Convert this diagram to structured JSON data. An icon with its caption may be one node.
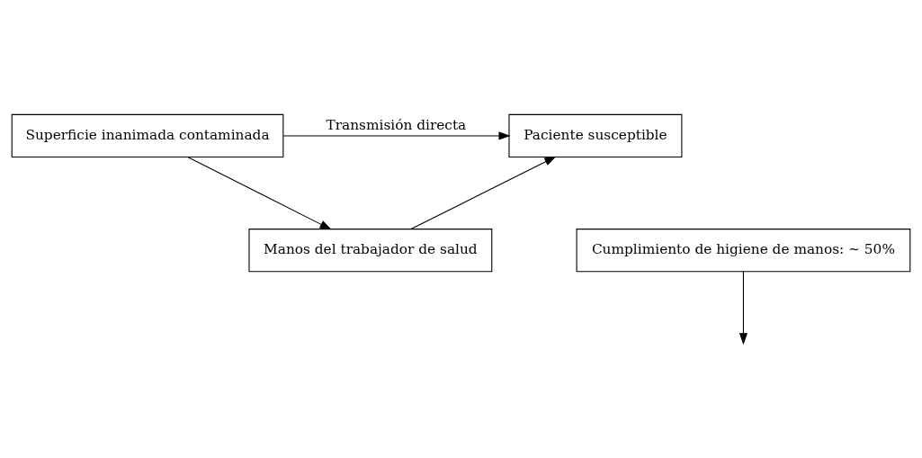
{
  "diagram": {
    "nodes": [
      {
        "text": [
          "Superficie inanimada contaminada"
        ]
      },
      {
        "text": [
          "Paciente susceptible"
        ]
      },
      {
        "text": [
          "Manos del trabajador de salud"
        ]
      },
      {
        "text": [
          "Cumplimiento de higiene de manos: ~ 50%"
        ]
      }
    ],
    "edges": [
      {
        "from": 0,
        "to": 1,
        "arrow": "to",
        "label": "Transmisión directa"
      },
      {
        "from": 0,
        "to": 2,
        "arrow": "to"
      },
      {
        "from": 2,
        "to": 1,
        "arrow": "to"
      },
      {
        "from": 3,
        "to": null,
        "arrow": "to"
      }
    ]
  }
}
